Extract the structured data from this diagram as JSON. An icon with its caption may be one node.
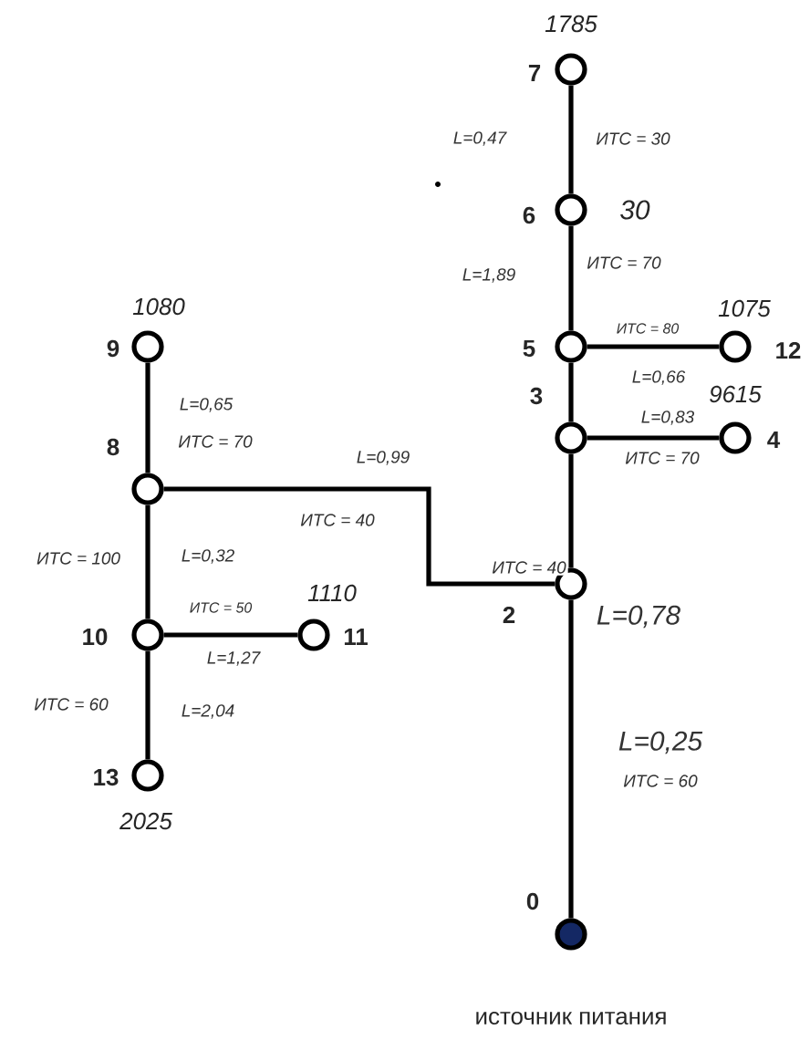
{
  "diagram": {
    "nodes": [
      {
        "text": [],
        "shape": "dot",
        "beside": [
          "0",
          "источник питания"
        ]
      },
      {
        "text": [],
        "shape": "circle",
        "beside": [
          "2"
        ]
      },
      {
        "text": [],
        "shape": "circle",
        "beside": [
          "3"
        ]
      },
      {
        "text": [],
        "shape": "circle",
        "beside": [
          "4",
          "9615"
        ]
      },
      {
        "text": [],
        "shape": "circle",
        "beside": [
          "5"
        ]
      },
      {
        "text": [],
        "shape": "circle",
        "beside": [
          "6",
          "30"
        ]
      },
      {
        "text": [],
        "shape": "circle",
        "beside": [
          "7",
          "1785"
        ]
      },
      {
        "text": [],
        "shape": "circle",
        "beside": [
          "8"
        ]
      },
      {
        "text": [],
        "shape": "circle",
        "beside": [
          "9",
          "1080"
        ]
      },
      {
        "text": [],
        "shape": "circle",
        "beside": [
          "10"
        ]
      },
      {
        "text": [],
        "shape": "circle",
        "beside": [
          "11",
          "1110"
        ]
      },
      {
        "text": [],
        "shape": "circle",
        "beside": [
          "12",
          "1075"
        ]
      },
      {
        "text": [],
        "shape": "circle",
        "beside": [
          "13",
          "2025"
        ]
      }
    ],
    "edges": [
      {
        "from": 0,
        "to": 1,
        "arrow": "none",
        "label": "L=0,25"
      },
      {
        "from": 1,
        "to": 2,
        "arrow": "none",
        "label": "L=0,78"
      },
      {
        "from": 2,
        "to": 3,
        "arrow": "none",
        "label": "L=0,83"
      },
      {
        "from": 2,
        "to": 4,
        "arrow": "none"
      },
      {
        "from": 4,
        "to": 11,
        "arrow": "none",
        "label": "L=0,66"
      },
      {
        "from": 4,
        "to": 5,
        "arrow": "none",
        "label": "L=1,89"
      },
      {
        "from": 5,
        "to": 6,
        "arrow": "none",
        "label": "L=0,47"
      },
      {
        "from": 1,
        "to": 7,
        "arrow": "none",
        "label": "L=0,99"
      },
      {
        "from": 7,
        "to": 8,
        "arrow": "none",
        "label": "L=0,65"
      },
      {
        "from": 7,
        "to": 9,
        "arrow": "none",
        "label": "L=0,32"
      },
      {
        "from": 9,
        "to": 10,
        "arrow": "none",
        "label": "L=1,27"
      },
      {
        "from": 9,
        "to": 12,
        "arrow": "none",
        "label": "L=2,04"
      }
    ],
    "labels": [
      "ИТС = 30",
      "ИТС = 70",
      "ИТС = 80",
      "ИТС = 70",
      "ИТС = 70",
      "ИТС = 40",
      "ИТС = 40",
      "ИТС = 100",
      "ИТС = 50",
      "ИТС = 60",
      "ИТС = 60"
    ]
  }
}
